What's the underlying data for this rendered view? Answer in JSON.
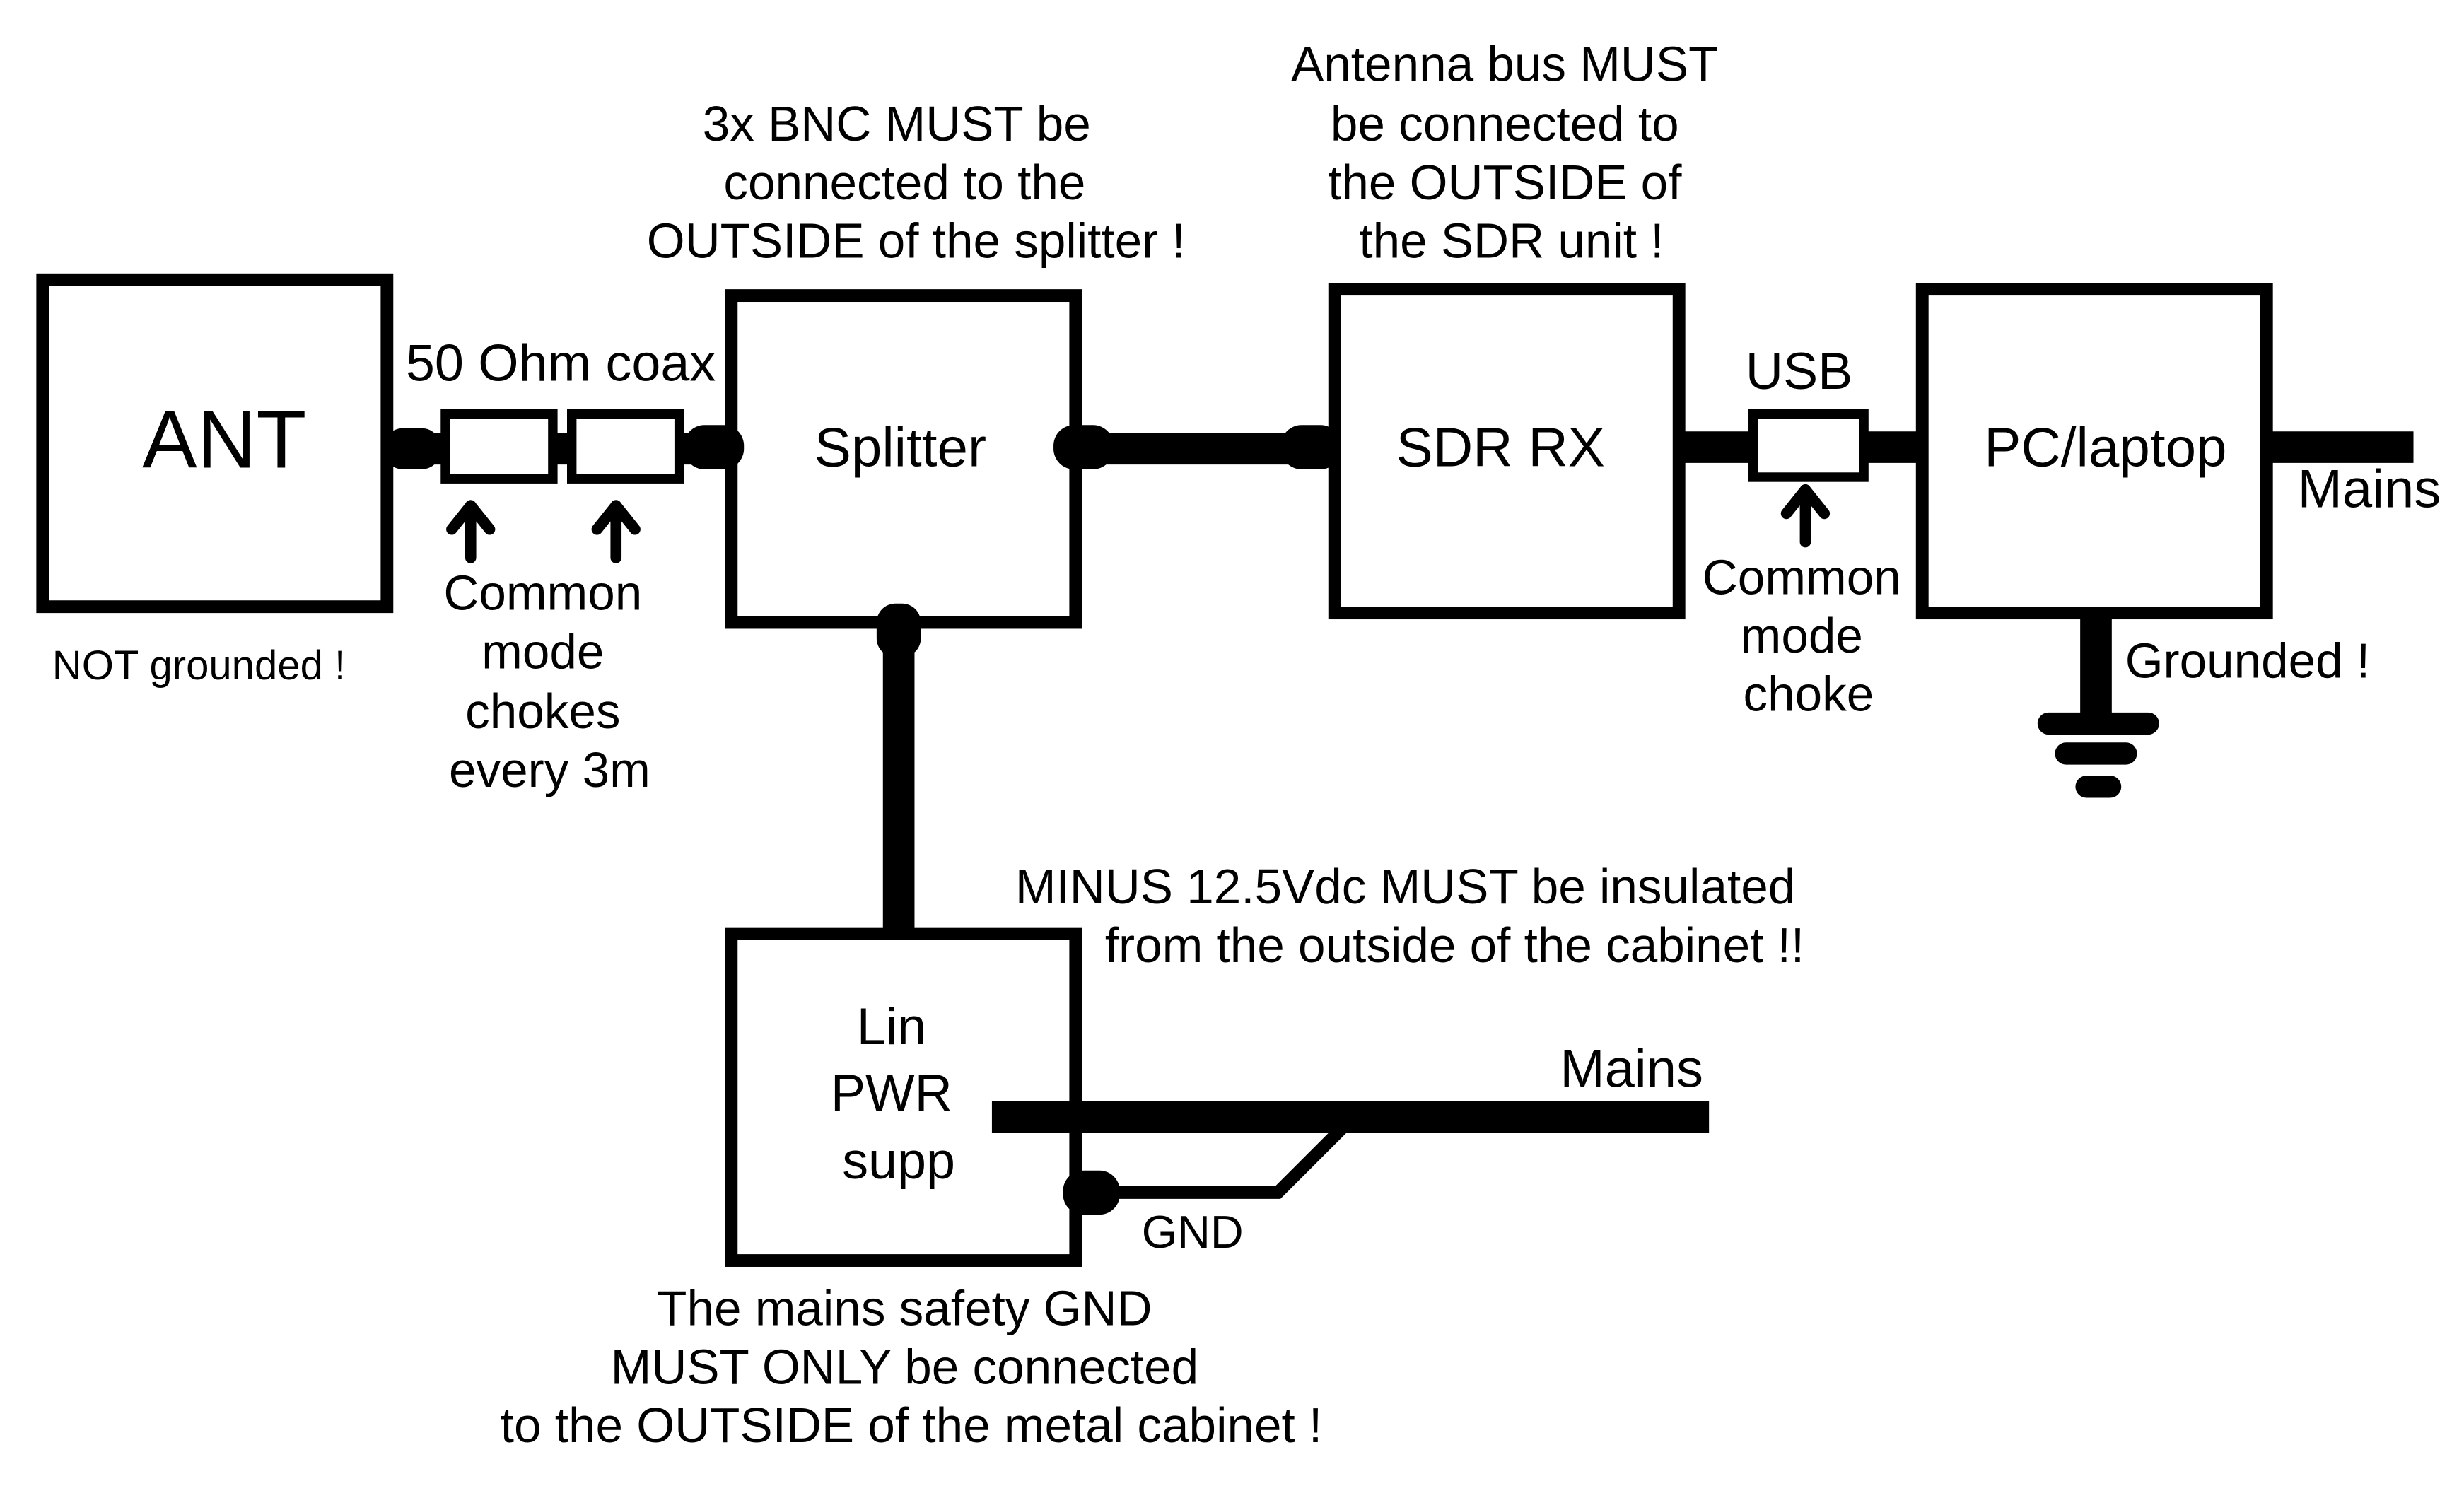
{
  "blocks": {
    "antenna": "ANT",
    "splitter": "Splitter",
    "sdr": "SDR RX",
    "pc": "PC/laptop",
    "psu": [
      "Lin",
      "PWR",
      "supp"
    ]
  },
  "labels": {
    "coax": "50 Ohm coax",
    "usb": "USB",
    "ant_note": "NOT grounded !",
    "chokes_note": [
      "Common",
      "mode",
      "chokes",
      "every 3m"
    ],
    "usb_choke_note": [
      "Common",
      "mode",
      "choke"
    ],
    "pc_mains": "Mains",
    "pc_ground": "Grounded !",
    "psu_mains": "Mains",
    "gnd": "GND"
  },
  "notes": {
    "splitter_bnc": [
      "3x BNC MUST be",
      "connected to the",
      "OUTSIDE of the splitter !"
    ],
    "antenna_bus": [
      "Antenna bus MUST",
      "be connected to",
      "the OUTSIDE of",
      "the SDR unit !"
    ],
    "psu_minus": [
      "MINUS 12.5Vdc MUST be insulated",
      "from the outside of the cabinet !!"
    ],
    "mains_gnd": [
      "The mains safety GND",
      "MUST ONLY be connected",
      "to the OUTSIDE of the metal cabinet !"
    ]
  }
}
